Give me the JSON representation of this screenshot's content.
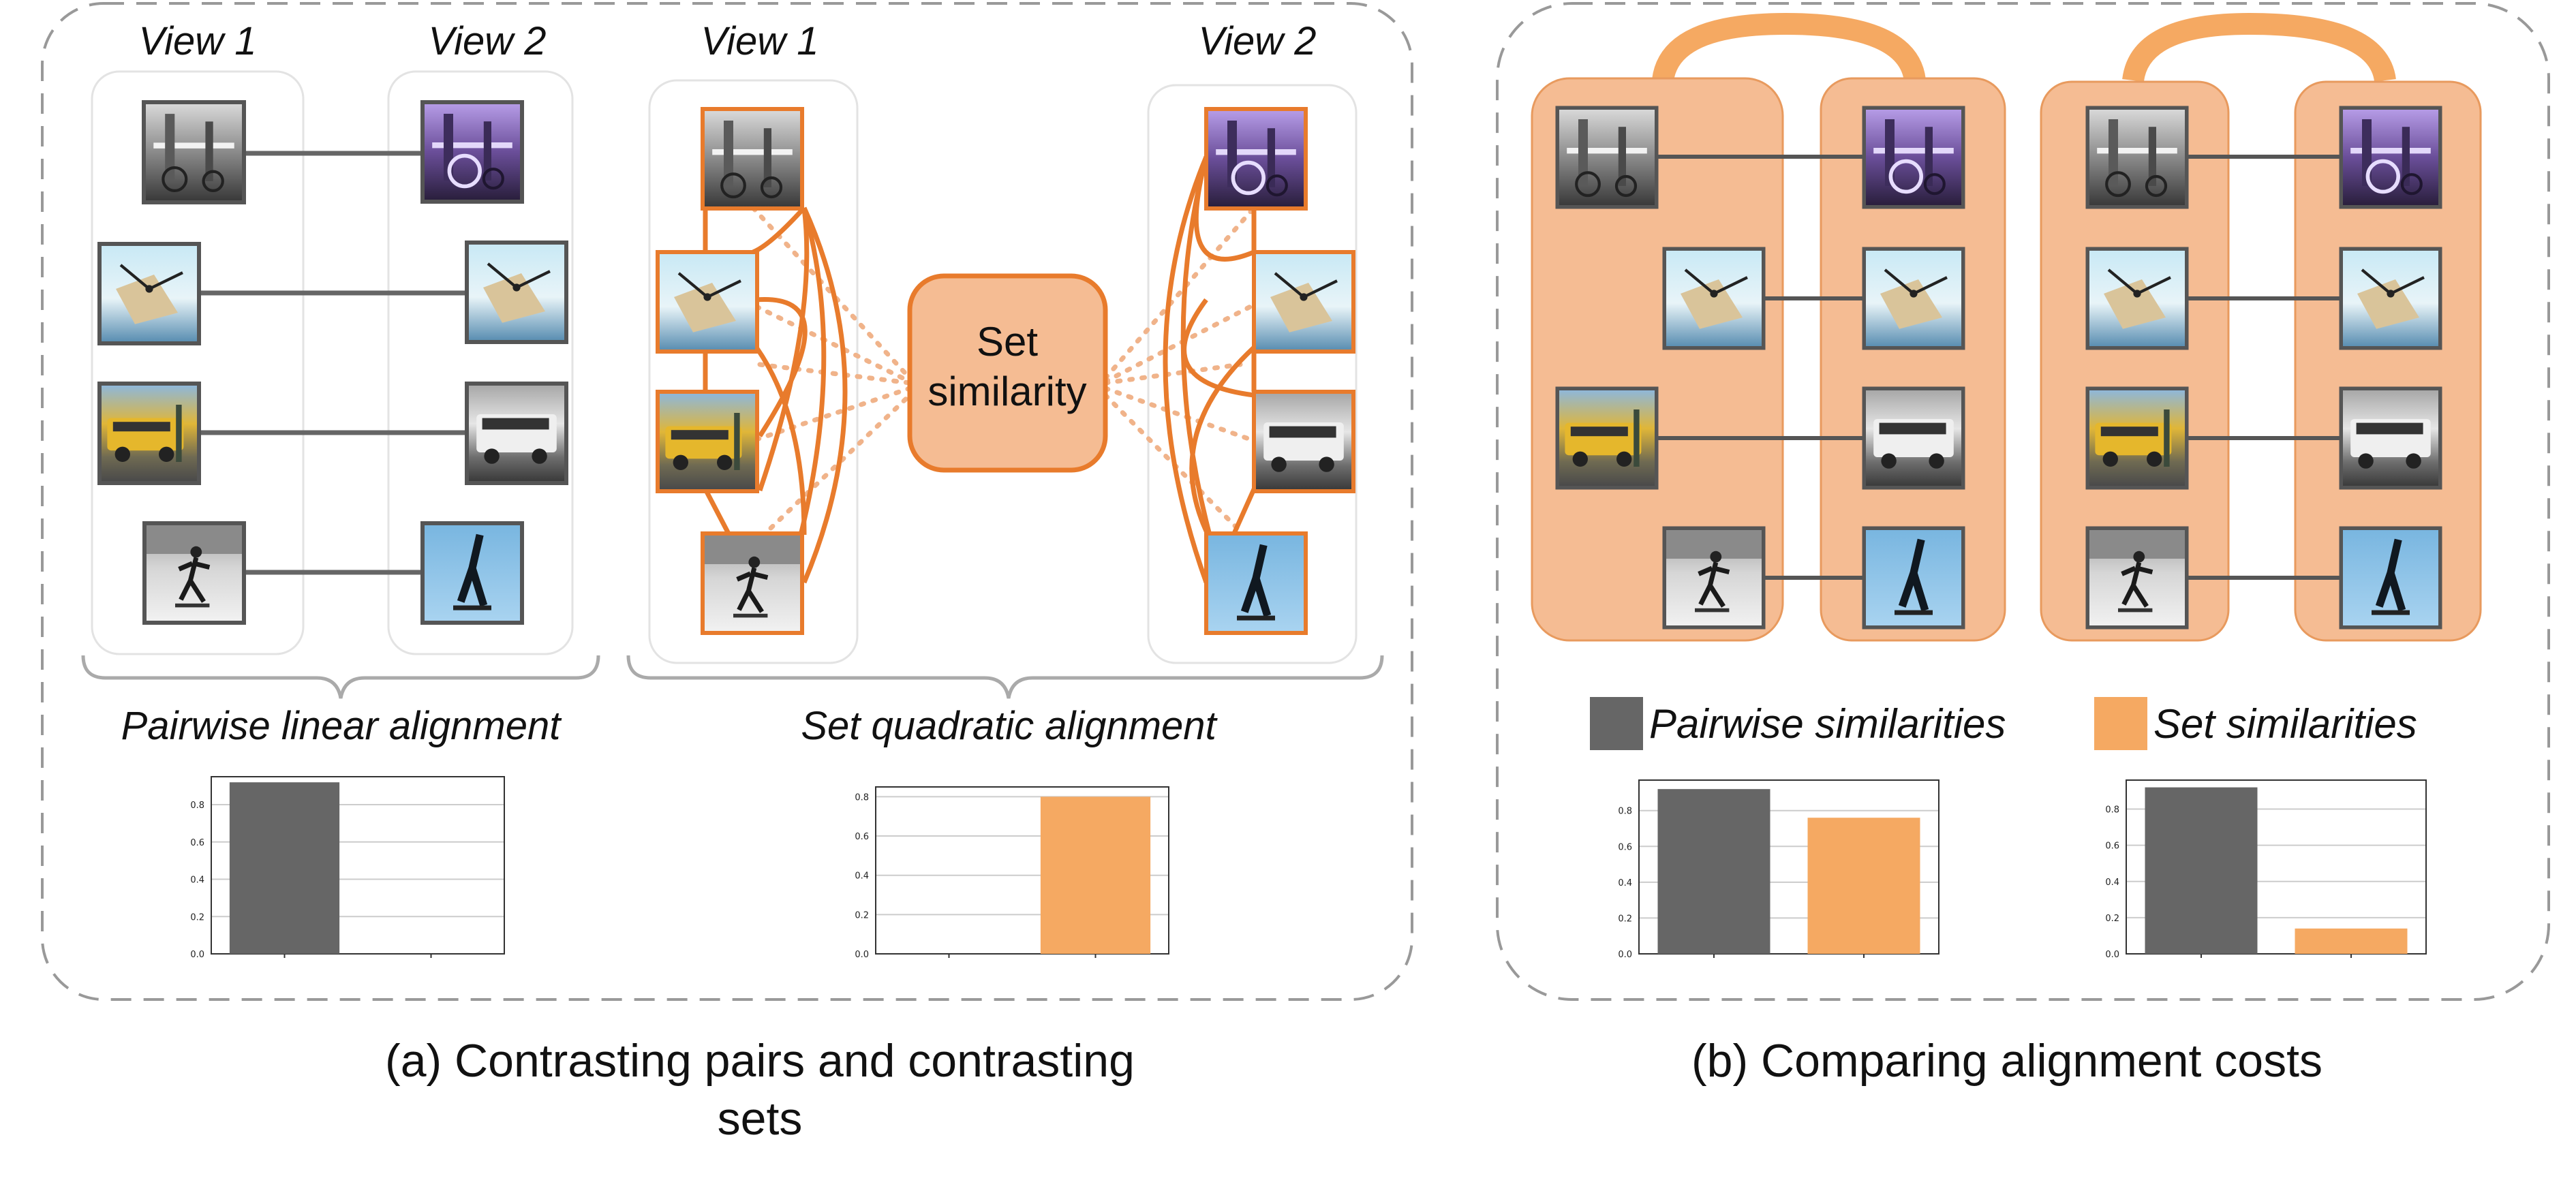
{
  "panel_a": {
    "left_block": {
      "view1_label": "View 1",
      "view2_label": "View 2",
      "alignment_label": "Pairwise linear alignment"
    },
    "right_block": {
      "view1_label": "View 1",
      "view2_label": "View 2",
      "set_similarity_label_line1": "Set",
      "set_similarity_label_line2": "similarity",
      "alignment_label": "Set quadratic alignment"
    },
    "caption_line1": "(a) Contrasting pairs and contrasting",
    "caption_line2": "sets"
  },
  "panel_b": {
    "legend": [
      {
        "label": "Pairwise similarities",
        "color": "#666666"
      },
      {
        "label": "Set similarities",
        "color": "#f5a962"
      }
    ],
    "caption": "(b) Comparing alignment costs"
  },
  "images": [
    {
      "name": "street-photo",
      "depicts": "street scene"
    },
    {
      "name": "clock-photo",
      "depicts": "clock over sky"
    },
    {
      "name": "bus-photo",
      "depicts": "school bus"
    },
    {
      "name": "skater-photo",
      "depicts": "skateboarder"
    }
  ],
  "colors": {
    "accent_orange": "#e87b2c",
    "set_fill": "#f5bc93",
    "pairwise_gray": "#666666",
    "set_bar": "#f5a962"
  },
  "chart_data": [
    {
      "type": "bar",
      "categories": [
        "",
        ""
      ],
      "series": [
        {
          "values": [
            0.92,
            0.0
          ]
        }
      ],
      "ylim": [
        0,
        0.95
      ],
      "yticks": [
        "0.0",
        "0.2",
        "0.4",
        "0.6",
        "0.8"
      ],
      "bar_colors": [
        "#666666",
        "#f5a962"
      ],
      "grid": true
    },
    {
      "type": "bar",
      "categories": [
        "",
        ""
      ],
      "series": [
        {
          "values": [
            0.0,
            0.8
          ]
        }
      ],
      "ylim": [
        0,
        0.85
      ],
      "yticks": [
        "0.0",
        "0.2",
        "0.4",
        "0.6",
        "0.8"
      ],
      "bar_colors": [
        "#666666",
        "#f5a962"
      ],
      "grid": true
    },
    {
      "type": "bar",
      "categories": [
        "",
        ""
      ],
      "series": [
        {
          "values": [
            0.92,
            0.76
          ]
        }
      ],
      "ylim": [
        0,
        0.97
      ],
      "yticks": [
        "0.0",
        "0.2",
        "0.4",
        "0.6",
        "0.8"
      ],
      "bar_colors": [
        "#666666",
        "#f5a962"
      ],
      "grid": true
    },
    {
      "type": "bar",
      "categories": [
        "",
        ""
      ],
      "series": [
        {
          "values": [
            0.92,
            0.14
          ]
        }
      ],
      "ylim": [
        0,
        0.96
      ],
      "yticks": [
        "0.0",
        "0.2",
        "0.4",
        "0.6",
        "0.8"
      ],
      "bar_colors": [
        "#666666",
        "#f5a962"
      ],
      "grid": true
    }
  ]
}
